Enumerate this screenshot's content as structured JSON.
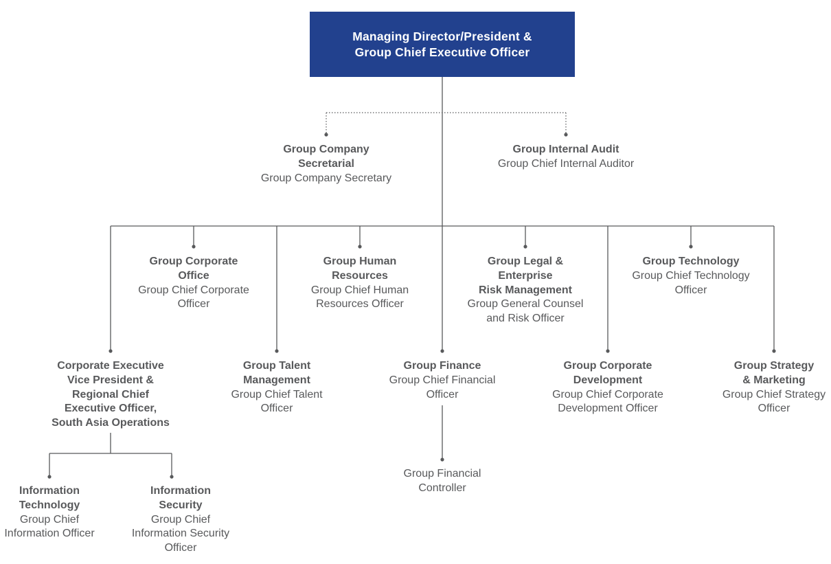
{
  "colors": {
    "top_box": "#22418e",
    "line": "#58595b",
    "text": "#58595b",
    "background": "#ffffff"
  },
  "top": {
    "line1": "Managing Director/President &",
    "line2": "Group Chief Executive Officer"
  },
  "staff": {
    "secretarial": {
      "title": [
        "Group Company",
        "Secretarial"
      ],
      "role": [
        "Group Company Secretary"
      ]
    },
    "audit": {
      "title": [
        "Group Internal Audit"
      ],
      "role": [
        "Group Chief Internal Auditor"
      ]
    }
  },
  "row1": {
    "corporate_office": {
      "title": [
        "Group Corporate",
        "Office"
      ],
      "role": [
        "Group Chief Corporate",
        "Officer"
      ]
    },
    "human_resources": {
      "title": [
        "Group Human",
        "Resources"
      ],
      "role": [
        "Group Chief Human",
        "Resources Officer"
      ]
    },
    "legal_risk": {
      "title": [
        "Group Legal &",
        "Enterprise",
        "Risk Management"
      ],
      "role": [
        "Group General Counsel",
        "and Risk Officer"
      ]
    },
    "technology": {
      "title": [
        "Group Technology"
      ],
      "role": [
        "Group Chief Technology",
        "Officer"
      ]
    }
  },
  "row2": {
    "south_asia": {
      "title": [
        "Corporate Executive",
        "Vice President &",
        "Regional Chief",
        "Executive Officer,",
        "South Asia Operations"
      ],
      "role": []
    },
    "talent": {
      "title": [
        "Group Talent",
        "Management"
      ],
      "role": [
        "Group Chief Talent",
        "Officer"
      ]
    },
    "finance": {
      "title": [
        "Group Finance"
      ],
      "role": [
        "Group Chief Financial",
        "Officer"
      ]
    },
    "corp_dev": {
      "title": [
        "Group Corporate",
        "Development"
      ],
      "role": [
        "Group Chief Corporate",
        "Development Officer"
      ]
    },
    "strategy": {
      "title": [
        "Group Strategy",
        "& Marketing"
      ],
      "role": [
        "Group Chief Strategy",
        "Officer"
      ]
    }
  },
  "row3": {
    "info_tech": {
      "title": [
        "Information",
        "Technology"
      ],
      "role": [
        "Group Chief",
        "Information Officer"
      ]
    },
    "info_sec": {
      "title": [
        "Information",
        "Security"
      ],
      "role": [
        "Group Chief",
        "Information Security",
        "Officer"
      ]
    },
    "controller": {
      "title": [],
      "role": [
        "Group Financial",
        "Controller"
      ]
    }
  }
}
